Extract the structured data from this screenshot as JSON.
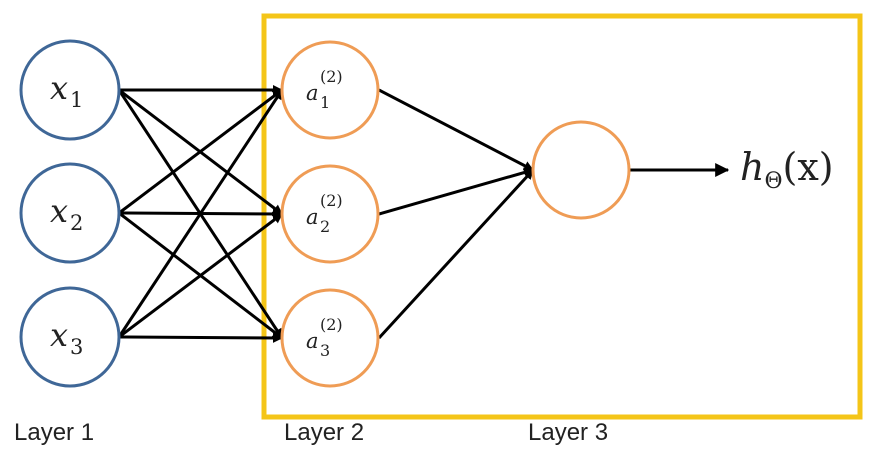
{
  "diagram": {
    "colors": {
      "input_stroke": "#3f6797",
      "hidden_stroke": "#ef9c55",
      "highlight_box": "#f4c518",
      "edge": "#000000"
    },
    "input_nodes": [
      {
        "var": "x",
        "sub": "1"
      },
      {
        "var": "x",
        "sub": "2"
      },
      {
        "var": "x",
        "sub": "3"
      }
    ],
    "hidden_nodes": [
      {
        "var": "a",
        "sub": "1",
        "sup": "(2)"
      },
      {
        "var": "a",
        "sub": "2",
        "sup": "(2)"
      },
      {
        "var": "a",
        "sub": "3",
        "sup": "(2)"
      }
    ],
    "output": {
      "h": "h",
      "sub": "Θ",
      "arg": "(x)"
    },
    "layers": [
      "Layer 1",
      "Layer 2",
      "Layer 3"
    ]
  }
}
